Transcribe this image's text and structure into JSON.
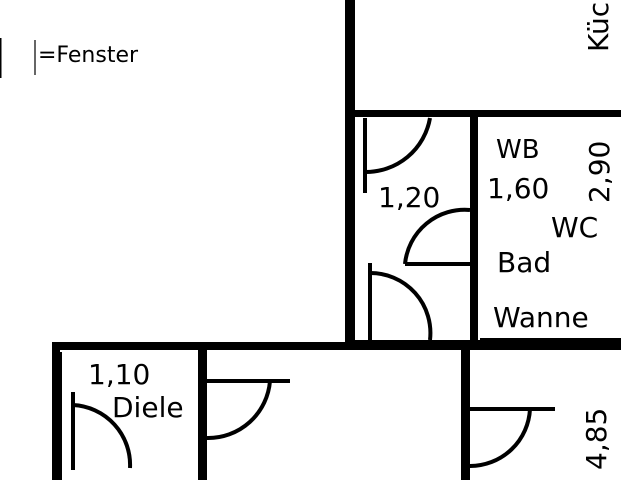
{
  "legend": {
    "symbol": "|",
    "text": "=Fenster"
  },
  "rooms": {
    "kitchen_partial": "Küc",
    "bathroom": {
      "wb": "WB",
      "wb_size": "1,60",
      "wc": "WC",
      "name": "Bad",
      "tub": "Wanne",
      "dimension_vertical": "2,90"
    },
    "corridor": {
      "dimension": "1,20"
    },
    "hall": {
      "dimension": "1,10",
      "name": "Diele"
    },
    "lower_right": {
      "dimension_vertical": "4,85"
    }
  }
}
